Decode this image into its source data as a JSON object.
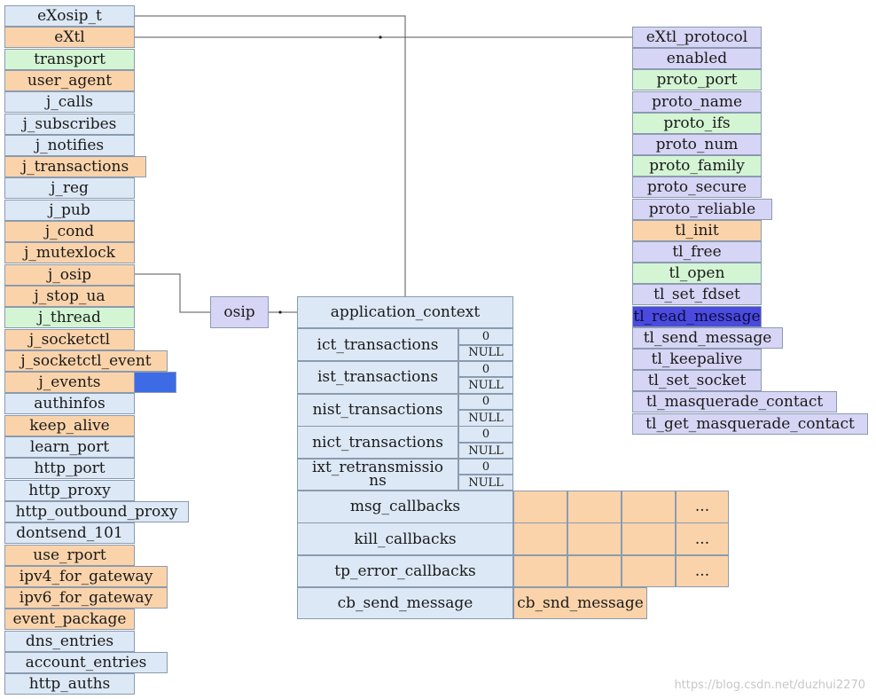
{
  "exosip_fields": [
    {
      "label": "eXosip_t",
      "color": "blue"
    },
    {
      "label": "eXtl",
      "color": "orange"
    },
    {
      "label": "transport",
      "color": "green"
    },
    {
      "label": "user_agent",
      "color": "orange"
    },
    {
      "label": "j_calls",
      "color": "blue"
    },
    {
      "label": "j_subscribes",
      "color": "blue"
    },
    {
      "label": "j_notifies",
      "color": "blue"
    },
    {
      "label": "j_transactions",
      "color": "orange"
    },
    {
      "label": "j_reg",
      "color": "blue"
    },
    {
      "label": "j_pub",
      "color": "blue"
    },
    {
      "label": "j_cond",
      "color": "orange"
    },
    {
      "label": "j_mutexlock",
      "color": "orange"
    },
    {
      "label": "j_osip",
      "color": "orange"
    },
    {
      "label": "j_stop_ua",
      "color": "orange"
    },
    {
      "label": "j_thread",
      "color": "green"
    },
    {
      "label": "j_socketctl",
      "color": "orange"
    },
    {
      "label": "j_socketctl_event",
      "color": "orange"
    },
    {
      "label": "j_events",
      "color": "orange"
    },
    {
      "label": "authinfos",
      "color": "blue"
    },
    {
      "label": "keep_alive",
      "color": "orange"
    },
    {
      "label": "learn_port",
      "color": "blue"
    },
    {
      "label": "http_port",
      "color": "blue"
    },
    {
      "label": "http_proxy",
      "color": "blue"
    },
    {
      "label": "http_outbound_proxy",
      "color": "blue"
    },
    {
      "label": "dontsend_101",
      "color": "blue"
    },
    {
      "label": "use_rport",
      "color": "orange"
    },
    {
      "label": "ipv4_for_gateway",
      "color": "orange"
    },
    {
      "label": "ipv6_for_gateway",
      "color": "orange"
    },
    {
      "label": "event_package",
      "color": "orange"
    },
    {
      "label": "dns_entries",
      "color": "blue"
    },
    {
      "label": "account_entries",
      "color": "blue"
    },
    {
      "label": "http_auths",
      "color": "blue"
    }
  ],
  "extl_fields": [
    {
      "label": "eXtl_protocol",
      "color": "lav"
    },
    {
      "label": "enabled",
      "color": "lav"
    },
    {
      "label": "proto_port",
      "color": "green"
    },
    {
      "label": "proto_name",
      "color": "lav"
    },
    {
      "label": "proto_ifs",
      "color": "green"
    },
    {
      "label": "proto_num",
      "color": "lav"
    },
    {
      "label": "proto_family",
      "color": "green"
    },
    {
      "label": "proto_secure",
      "color": "lav"
    },
    {
      "label": "proto_reliable",
      "color": "lav"
    },
    {
      "label": "tl_init",
      "color": "orange"
    },
    {
      "label": "tl_free",
      "color": "lav"
    },
    {
      "label": "tl_open",
      "color": "green"
    },
    {
      "label": "tl_set_fdset",
      "color": "lav"
    },
    {
      "label": "tl_read_message",
      "color": "sel"
    },
    {
      "label": "tl_send_message",
      "color": "lav"
    },
    {
      "label": "tl_keepalive",
      "color": "lav"
    },
    {
      "label": "tl_set_socket",
      "color": "lav"
    },
    {
      "label": "tl_masquerade_contact",
      "color": "lav"
    },
    {
      "label": "tl_get_masquerade_contact",
      "color": "lav"
    }
  ],
  "osip_label": "osip",
  "app": {
    "header": "application_context",
    "transactions": [
      {
        "label": "ict_transactions",
        "zero": "0",
        "null": "NULL"
      },
      {
        "label": "ist_transactions",
        "zero": "0",
        "null": "NULL"
      },
      {
        "label": "nist_transactions",
        "zero": "0",
        "null": "NULL"
      },
      {
        "label": "nict_transactions",
        "zero": "0",
        "null": "NULL"
      }
    ],
    "ixt_line1": "ixt_retransmissio",
    "ixt_line2": "ns",
    "ixt_zero": "0",
    "ixt_null": "NULL",
    "callbacks": [
      {
        "label": "msg_callbacks",
        "ellipsis": "..."
      },
      {
        "label": "kill_callbacks",
        "ellipsis": "..."
      },
      {
        "label": "tp_error_callbacks",
        "ellipsis": "..."
      }
    ],
    "cb_send_message": "cb_send_message",
    "cb_snd_message": "cb_snd_message"
  },
  "watermark": "https://blog.csdn.net/duzhui2270"
}
